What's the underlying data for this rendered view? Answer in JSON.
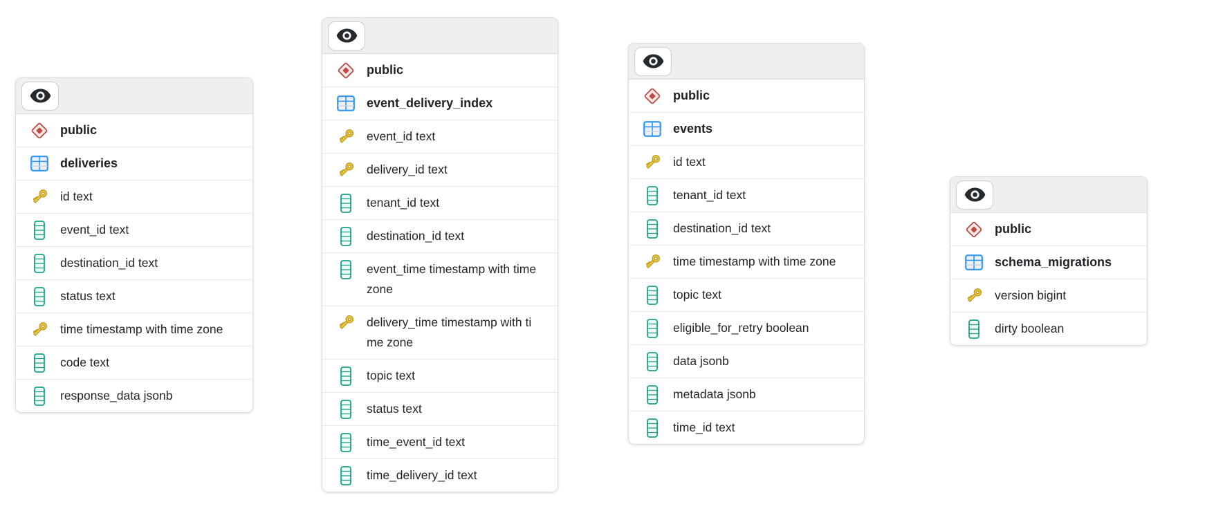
{
  "colors": {
    "page_bg": "#ffffff",
    "card_bg": "#ffffff",
    "card_border": "#d9dcdf",
    "header_bg": "#edeff1",
    "divider": "#e7e9ec",
    "button_border": "#c8ced6",
    "text": "#1f2328",
    "eye": "#24292e",
    "schema_stroke": "#b5443c",
    "schema_fill": "#f7e7e5",
    "schema_core": "#bf4a41",
    "table_stroke": "#2f96f3",
    "table_fill": "#eef2f6",
    "table_grid": "#c9d2dc",
    "key_fill": "#f5d23d",
    "key_stroke": "#c09b26",
    "column_stroke": "#1ba188",
    "column_fill": "#effaf7"
  },
  "icons": {
    "header_button": "eye-icon",
    "schema": "diamond-icon",
    "table": "table-grid-icon",
    "primary_key": "key-icon",
    "column": "column-icon"
  },
  "diagram": {
    "tables": [
      {
        "schema": "public",
        "name": "deliveries",
        "columns": [
          {
            "label": "id text",
            "icon": "key"
          },
          {
            "label": "event_id text",
            "icon": "column"
          },
          {
            "label": "destination_id text",
            "icon": "column"
          },
          {
            "label": "status text",
            "icon": "column"
          },
          {
            "label": "time timestamp with time zone",
            "icon": "key"
          },
          {
            "label": "code text",
            "icon": "column"
          },
          {
            "label": "response_data jsonb",
            "icon": "column"
          }
        ]
      },
      {
        "schema": "public",
        "name": "event_delivery_index",
        "columns": [
          {
            "label": "event_id text",
            "icon": "key"
          },
          {
            "label": "delivery_id text",
            "icon": "key"
          },
          {
            "label": "tenant_id text",
            "icon": "column"
          },
          {
            "label": "destination_id text",
            "icon": "column"
          },
          {
            "label": "event_time timestamp with time zone",
            "icon": "column"
          },
          {
            "label": "delivery_time timestamp with time zone",
            "icon": "key"
          },
          {
            "label": "topic text",
            "icon": "column"
          },
          {
            "label": "status text",
            "icon": "column"
          },
          {
            "label": "time_event_id text",
            "icon": "column"
          },
          {
            "label": "time_delivery_id text",
            "icon": "column"
          }
        ]
      },
      {
        "schema": "public",
        "name": "events",
        "columns": [
          {
            "label": "id text",
            "icon": "key"
          },
          {
            "label": "tenant_id text",
            "icon": "column"
          },
          {
            "label": "destination_id text",
            "icon": "column"
          },
          {
            "label": "time timestamp with time zone",
            "icon": "key"
          },
          {
            "label": "topic text",
            "icon": "column"
          },
          {
            "label": "eligible_for_retry boolean",
            "icon": "column"
          },
          {
            "label": "data jsonb",
            "icon": "column"
          },
          {
            "label": "metadata jsonb",
            "icon": "column"
          },
          {
            "label": "time_id text",
            "icon": "column"
          }
        ]
      },
      {
        "schema": "public",
        "name": "schema_migrations",
        "columns": [
          {
            "label": "version bigint",
            "icon": "key"
          },
          {
            "label": "dirty boolean",
            "icon": "column"
          }
        ]
      }
    ]
  }
}
